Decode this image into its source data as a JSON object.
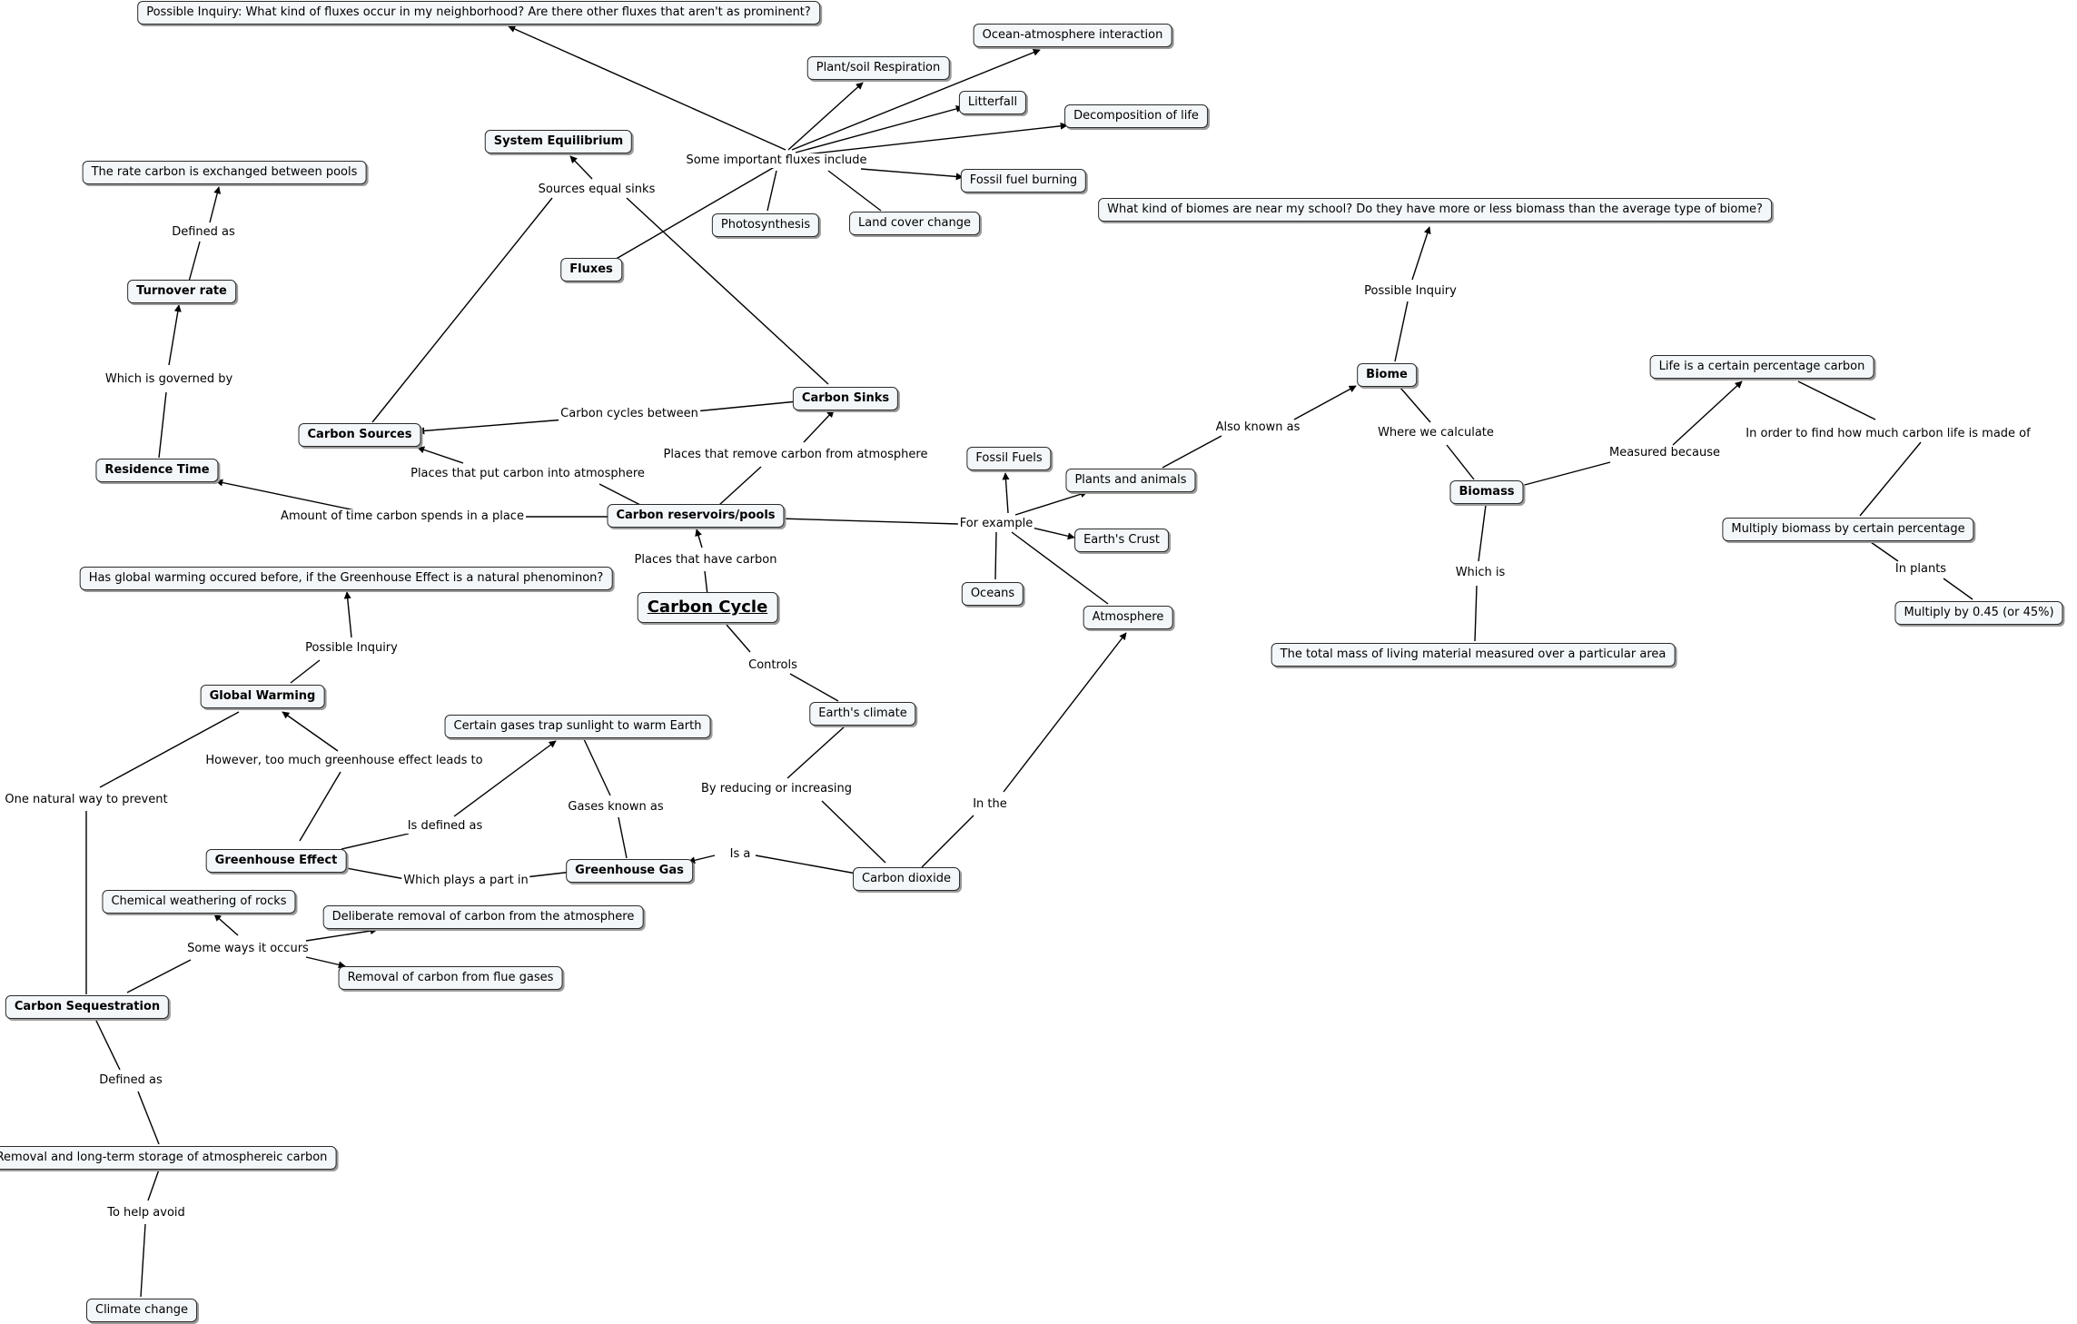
{
  "nodes": {
    "carbon_cycle": "Carbon Cycle",
    "reservoirs": "Carbon reservoirs/pools",
    "carbon_sources": "Carbon Sources",
    "carbon_sinks": "Carbon Sinks",
    "residence_time": "Residence Time",
    "turnover_rate": "Turnover rate",
    "rate_exchanged": "The rate carbon is exchanged between pools",
    "system_equilibrium": "System Equilibrium",
    "fluxes": "Fluxes",
    "inquiry_fluxes": "Possible Inquiry: What kind of fluxes occur in my neighborhood? Are there other fluxes that aren't as prominent?",
    "plant_soil_respiration": "Plant/soil Respiration",
    "ocean_atmosphere": "Ocean-atmosphere interaction",
    "litterfall": "Litterfall",
    "decomposition": "Decomposition of life",
    "fossil_fuel_burning": "Fossil fuel burning",
    "photosynthesis": "Photosynthesis",
    "land_cover_change": "Land cover change",
    "fossil_fuels": "Fossil Fuels",
    "plants_animals": "Plants and animals",
    "earths_crust": "Earth's Crust",
    "oceans": "Oceans",
    "atmosphere": "Atmosphere",
    "biome": "Biome",
    "inquiry_biomes": "What kind of biomes are near my school? Do they have more or less biomass than the average type of biome?",
    "biomass": "Biomass",
    "total_mass": "The total mass of living material measured over a particular area",
    "life_percentage": "Life is a certain percentage carbon",
    "multiply_biomass": "Multiply biomass by certain percentage",
    "multiply_045": "Multiply by 0.45 (or 45%)",
    "earths_climate": "Earth's climate",
    "carbon_dioxide": "Carbon dioxide",
    "greenhouse_gas": "Greenhouse Gas",
    "greenhouse_effect": "Greenhouse Effect",
    "certain_gases": "Certain gases trap sunlight to warm Earth",
    "global_warming": "Global Warming",
    "inquiry_warming": "Has global warming occured before, if the Greenhouse Effect is a natural phenominon?",
    "carbon_sequestration": "Carbon Sequestration",
    "chemical_weathering": "Chemical weathering of rocks",
    "deliberate_removal": "Deliberate removal of carbon from the atmosphere",
    "flue_gases": "Removal of carbon from flue gases",
    "long_term_storage": "Removal and long-term storage of atmosphereic carbon",
    "climate_change": "Climate change"
  },
  "labels": {
    "places_have_carbon": "Places that have carbon",
    "places_put_carbon": "Places that put carbon into atmosphere",
    "places_remove_carbon": "Places that remove carbon from atmosphere",
    "carbon_cycles_between": "Carbon cycles between",
    "sources_equal_sinks": "Sources equal sinks",
    "amount_of_time": "Amount of time carbon spends in a place",
    "which_is_governed_by": "Which is governed by",
    "defined_as_rate": "Defined as",
    "some_important_fluxes": "Some important fluxes include",
    "for_example": "For example",
    "also_known_as": "Also known as",
    "possible_inquiry_biome": "Possible Inquiry",
    "where_we_calculate": "Where we calculate",
    "which_is": "Which is",
    "measured_because": "Measured because",
    "in_order_to_find": "In order to find how much carbon life is made of",
    "in_plants": "In plants",
    "controls": "Controls",
    "by_reducing": "By reducing or increasing",
    "in_the": "In the",
    "is_a": "Is a",
    "which_plays_a_part": "Which plays a part in",
    "is_defined_as": "Is defined as",
    "gases_known_as": "Gases known as",
    "however_too_much": "However, too much greenhouse effect leads to",
    "possible_inquiry_warming": "Possible Inquiry",
    "one_natural_way": "One natural way to prevent",
    "some_ways_it_occurs": "Some ways it occurs",
    "defined_as_seq": "Defined as",
    "to_help_avoid": "To help avoid"
  }
}
